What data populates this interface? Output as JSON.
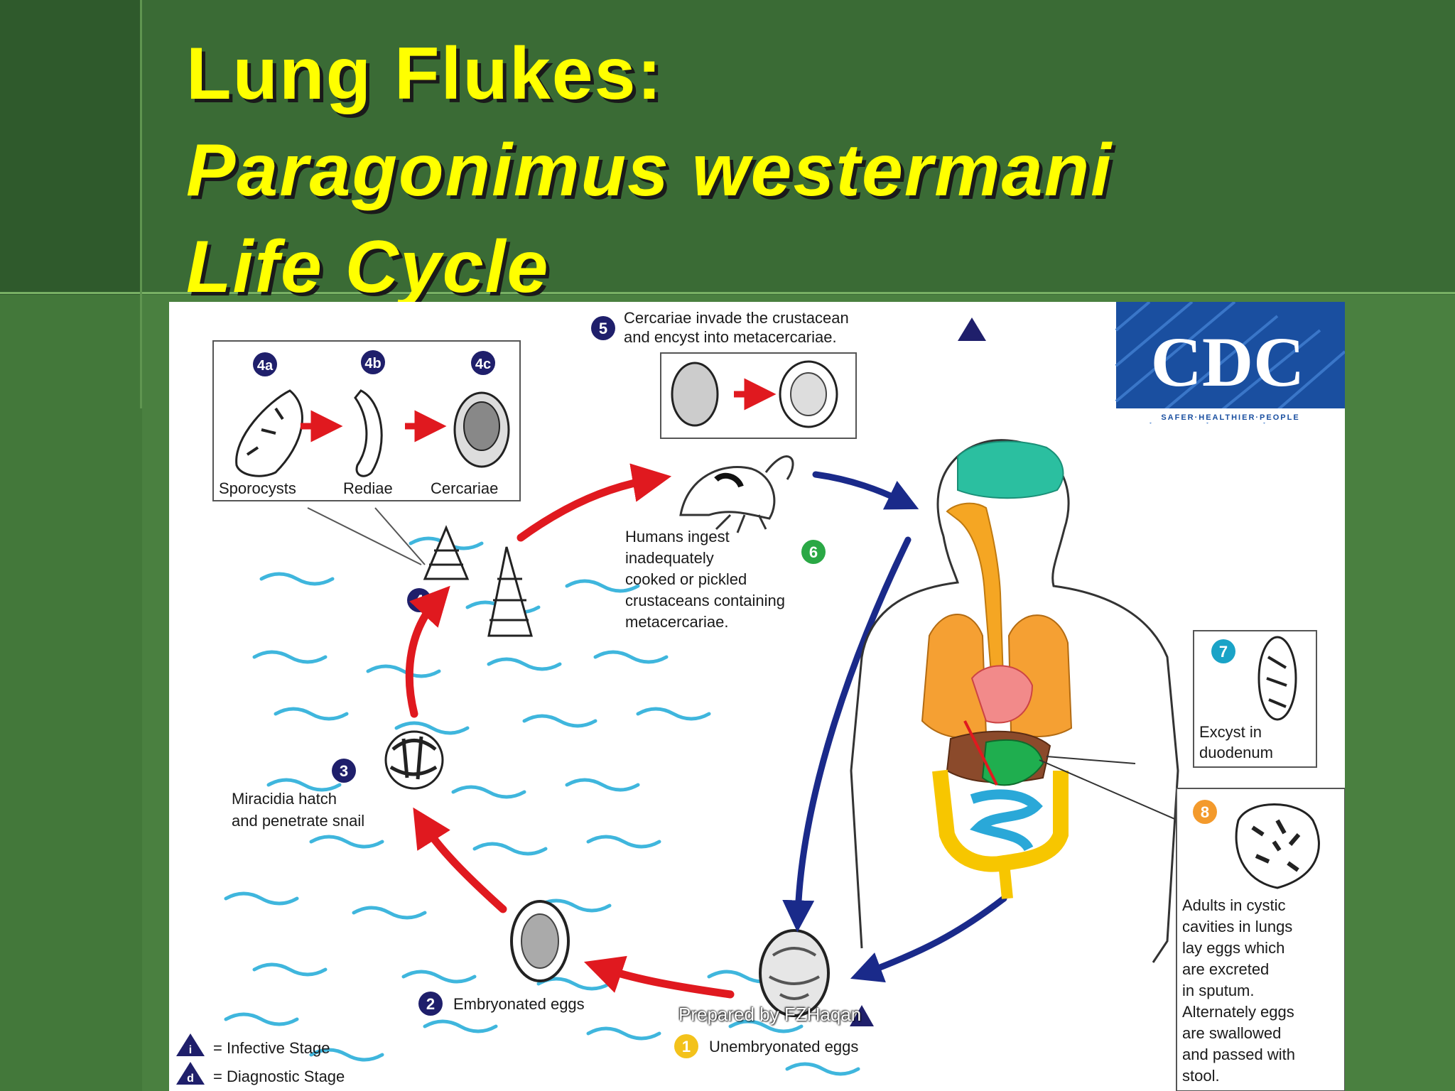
{
  "slide": {
    "title_line1": "Lung Flukes:",
    "title_line2": "Paragonimus westermani",
    "title_line3": "Life Cycle",
    "watermark": "Prepared by FZHaqan"
  },
  "logo": {
    "text": "CDC",
    "tagline": "SAFER·HEALTHIER·PEOPLE"
  },
  "diagram": {
    "stage_4a": "4a",
    "stage_4b": "4b",
    "stage_4c": "4c",
    "sporocysts": "Sporocysts",
    "rediae": "Rediae",
    "cercariae": "Cercariae",
    "stage_5": "5",
    "stage5_line1": "Cercariae invade the crustacean",
    "stage5_line2": "and encyst into metacercariae.",
    "stage_6": "6",
    "stage6_line1": "Humans ingest",
    "stage6_line2": "inadequately",
    "stage6_line3": "cooked or pickled",
    "stage6_line4": "crustaceans containing",
    "stage6_line5": "metacercariae.",
    "stage_4": "4",
    "stage_3": "3",
    "stage3_line1": "Miracidia hatch",
    "stage3_line2": "and penetrate snail",
    "stage_7": "7",
    "stage7_line1": "Excyst in",
    "stage7_line2": "duodenum",
    "stage_8": "8",
    "stage8_line1": "Adults in cystic",
    "stage8_line2": "cavities in lungs",
    "stage8_line3": "lay eggs which",
    "stage8_line4": "are excreted",
    "stage8_line5": "in sputum.",
    "stage8_line6": "Alternately eggs",
    "stage8_line7": "are swallowed",
    "stage8_line8": "and passed with",
    "stage8_line9": "stool.",
    "stage_2": "2",
    "stage2_label": "Embryonated eggs",
    "stage_1": "1",
    "stage1_label": "Unembryonated eggs",
    "legend_i": "i",
    "legend_d": "d",
    "legend_infective": "= Infective Stage",
    "legend_diagnostic": "= Diagnostic Stage"
  },
  "colors": {
    "title": "#ffff00",
    "arrow_red": "#e0191f",
    "arrow_blue": "#1a2a8a",
    "water": "#3fb6dd",
    "badge_navy": "#1f1f6b"
  }
}
